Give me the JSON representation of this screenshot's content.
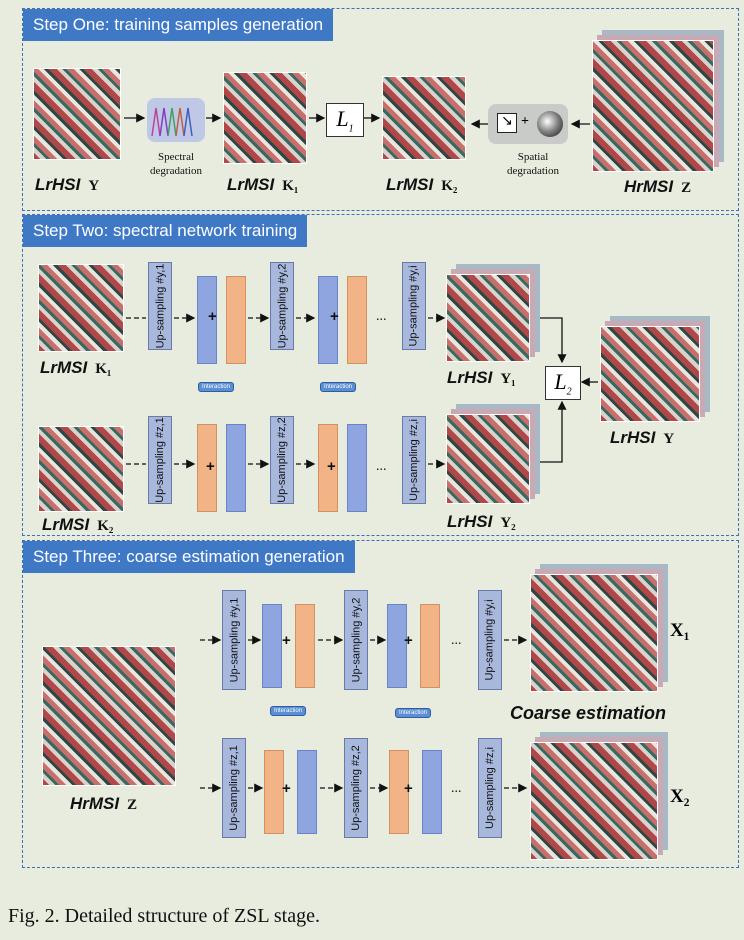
{
  "step1": {
    "title": "Step One: training samples generation",
    "spectral_label": "Spectral\ndegradation",
    "spatial_label": "Spatial\ndegradation",
    "loss": "L",
    "loss_sub": "1",
    "imgs": [
      {
        "name": "LrHSI",
        "sym": "Y"
      },
      {
        "name": "LrMSI",
        "sym": "K₁"
      },
      {
        "name": "LrMSI",
        "sym": "K₂"
      },
      {
        "name": "HrMSI",
        "sym": "Z"
      }
    ]
  },
  "step2": {
    "title": "Step Two: spectral network training",
    "up_y": [
      "Up-sampling #y,1",
      "Up-sampling #y,2",
      "Up-sampling #y,i"
    ],
    "up_z": [
      "Up-sampling #z,1",
      "Up-sampling #z,2",
      "Up-sampling #z,i"
    ],
    "interaction": "Interaction",
    "loss": "L",
    "loss_sub": "2",
    "imgs": [
      {
        "name": "LrMSI",
        "sym": "K₁"
      },
      {
        "name": "LrHSI",
        "sym": "Y₁"
      },
      {
        "name": "LrHSI",
        "sym": "Y"
      },
      {
        "name": "LrMSI",
        "sym": "K₂"
      },
      {
        "name": "LrHSI",
        "sym": "Y₂"
      }
    ],
    "dots": "...",
    "plus": "+"
  },
  "step3": {
    "title": "Step Three: coarse estimation generation",
    "up_y": [
      "Up-sampling #y,1",
      "Up-sampling #y,2",
      "Up-sampling #y,i"
    ],
    "up_z": [
      "Up-sampling #z,1",
      "Up-sampling #z,2",
      "Up-sampling #z,i"
    ],
    "interaction": "Interaction",
    "input": {
      "name": "HrMSI",
      "sym": "Z"
    },
    "coarse": "Coarse estimation",
    "x1": "X₁",
    "x2": "X₂"
  },
  "caption": "Fig. 2.   Detailed structure of ZSL stage."
}
